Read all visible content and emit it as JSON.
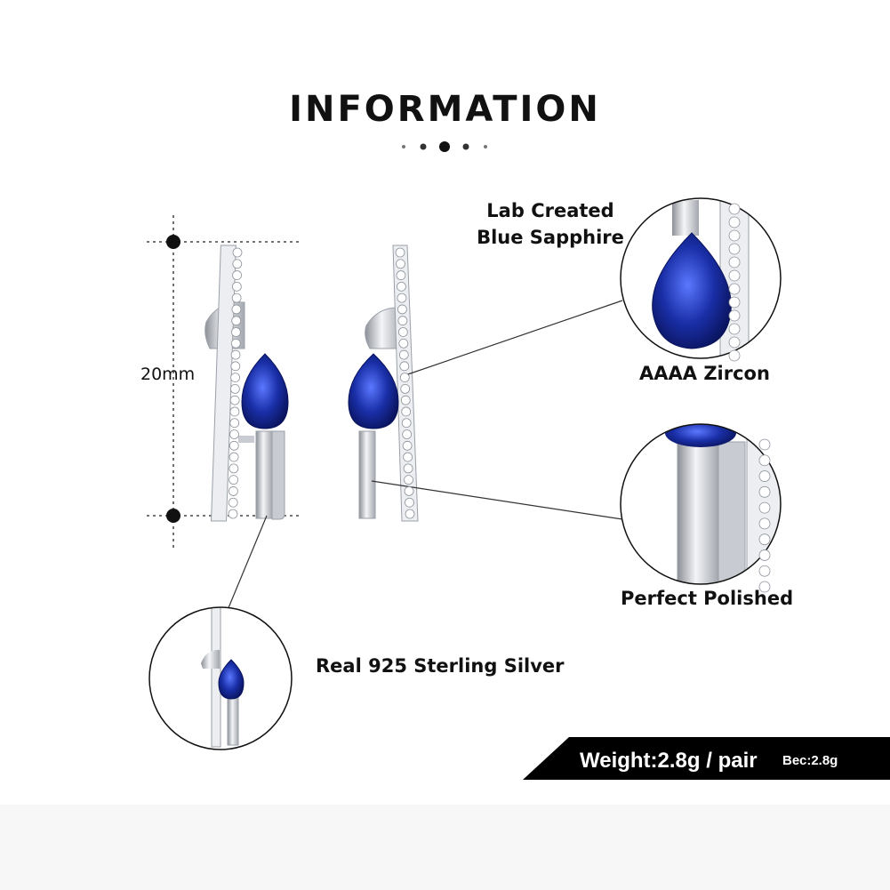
{
  "header": {
    "title": "INFORMATION"
  },
  "labels": {
    "sapphire_line1": "Lab Created",
    "sapphire_line2": "Blue Sapphire",
    "zircon": "AAAA  Zircon",
    "polished": "Perfect  Polished",
    "silver": "Real 925  Sterling  Silver",
    "dimension": "20mm"
  },
  "weight": {
    "main": "Weight:2.8g / pair",
    "sub": "Вес:2.8g"
  },
  "colors": {
    "sapphire": "#1a2fa8",
    "silver": "#d9dbe0",
    "text": "#111111",
    "bar": "#000000"
  },
  "icons": [
    "sapphire-earring-image",
    "zoom-circle"
  ]
}
